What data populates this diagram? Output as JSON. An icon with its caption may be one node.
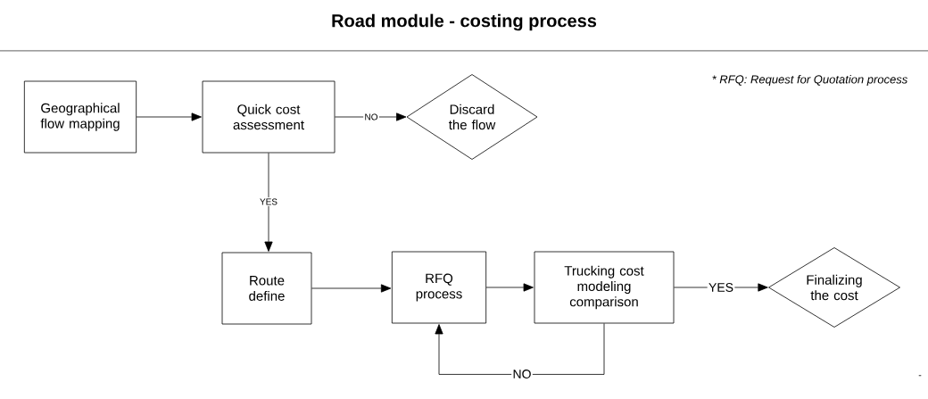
{
  "diagram": {
    "title": "Road module - costing process",
    "nodes": [
      {
        "text": [
          "Geographical flow mapping"
        ]
      },
      {
        "text": [
          "Quick cost assessment"
        ]
      },
      {
        "text": [
          "Discard the flow"
        ]
      },
      {
        "text": [
          "Route define"
        ]
      },
      {
        "text": [
          "RFQ process"
        ]
      },
      {
        "text": [
          "Trucking cost modeling comparison"
        ]
      },
      {
        "text": [
          "Finalizing the cost"
        ]
      }
    ],
    "edges": [
      {
        "from": 0,
        "to": 1,
        "arrow": "to"
      },
      {
        "from": 1,
        "to": 2,
        "arrow": "to",
        "label": "NO"
      },
      {
        "from": 1,
        "to": 3,
        "arrow": "to",
        "label": "YES"
      },
      {
        "from": 3,
        "to": 4,
        "arrow": "to"
      },
      {
        "from": 4,
        "to": 5,
        "arrow": "to"
      },
      {
        "from": 5,
        "to": 6,
        "arrow": "to",
        "label": "YES"
      },
      {
        "from": 5,
        "to": 4,
        "arrow": "to",
        "label": "NO"
      }
    ],
    "labels": [
      "* RFQ: Request for Quotation process",
      "-"
    ]
  }
}
